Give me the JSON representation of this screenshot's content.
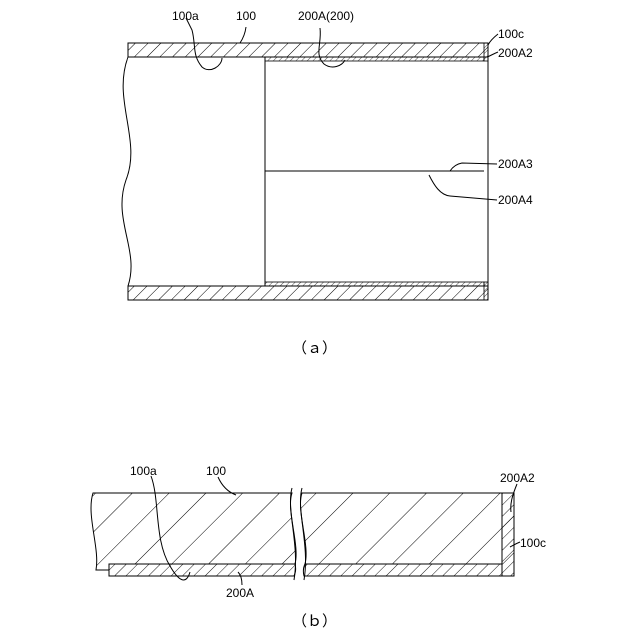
{
  "colors": {
    "line": "#000000",
    "background": "#ffffff"
  },
  "figure_a": {
    "caption": "（ａ）",
    "labels": {
      "inner_surface": "100a",
      "pipe": "100",
      "liner": "200A(200)",
      "end_face": "100c",
      "liner_end": "200A2",
      "liner_part_3": "200A3",
      "liner_part_4": "200A4"
    }
  },
  "figure_b": {
    "caption": "（ｂ）",
    "labels": {
      "inner_surface": "100a",
      "pipe": "100",
      "liner_end": "200A2",
      "end_face": "100c",
      "liner": "200A"
    }
  }
}
